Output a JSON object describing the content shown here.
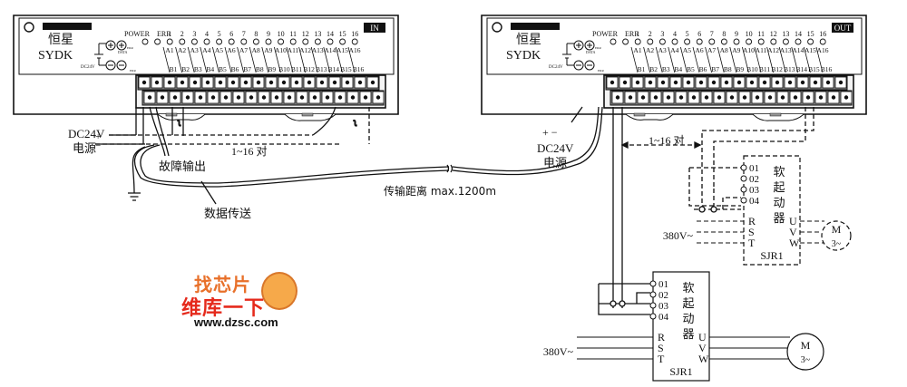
{
  "left_module": {
    "brand_cn": "恒星",
    "brand_en": "SYDK",
    "tag": "IN",
    "power_label": "DC24V",
    "data_label": "DATA",
    "err_small": "ERR",
    "led_labels": [
      "POWER",
      "ERR",
      "1",
      "2",
      "3",
      "4",
      "5",
      "6",
      "7",
      "8",
      "9",
      "10",
      "11",
      "12",
      "13",
      "14",
      "15",
      "16"
    ],
    "a_labels": [
      "A1",
      "A2",
      "A3",
      "A4",
      "A5",
      "A6",
      "A7",
      "A8",
      "A9",
      "A10",
      "A11",
      "A12",
      "A13",
      "A14",
      "A15",
      "A16"
    ],
    "b_labels": [
      "B1",
      "B2",
      "B3",
      "B4",
      "B5",
      "B6",
      "B7",
      "B8",
      "B9",
      "B10",
      "B11",
      "B12",
      "B13",
      "B14",
      "B15",
      "B16"
    ]
  },
  "right_module": {
    "brand_cn": "恒星",
    "brand_en": "SYDK",
    "tag": "OUT",
    "power_label": "DC24V",
    "data_label": "DATA",
    "err_small": "ERR"
  },
  "annotations": {
    "left_power_line1": "DC24V",
    "left_power_line2": "电源",
    "plus": "+",
    "minus": "−",
    "left_pairs": "1~16 对",
    "fault_output": "故障输出",
    "data_transfer": "数据传送",
    "distance": "传输距离 max.1200m",
    "right_power_pm": "+ −",
    "right_power_line1": "DC24V",
    "right_power_line2": "电源",
    "right_pairs": "1~16 对"
  },
  "soft_starters": [
    {
      "terminals": [
        "01",
        "02",
        "03",
        "04"
      ],
      "name_chars": [
        "软",
        "起",
        "动",
        "器"
      ],
      "inputs": [
        "R",
        "S",
        "T"
      ],
      "outputs": [
        "U",
        "V",
        "W"
      ],
      "model": "SJR1",
      "supply": "380V~",
      "motor": "M",
      "motor_sub": "3~",
      "style": "dashed"
    },
    {
      "terminals": [
        "01",
        "02",
        "03",
        "04"
      ],
      "name_chars": [
        "软",
        "起",
        "动",
        "器"
      ],
      "inputs": [
        "R",
        "S",
        "T"
      ],
      "outputs": [
        "U",
        "V",
        "W"
      ],
      "model": "SJR1",
      "supply": "380V~",
      "motor": "M",
      "motor_sub": "3~",
      "style": "solid"
    }
  ],
  "watermark": {
    "top": "找芯片",
    "middle": "维库一下",
    "url": "www.dzsc.com"
  }
}
